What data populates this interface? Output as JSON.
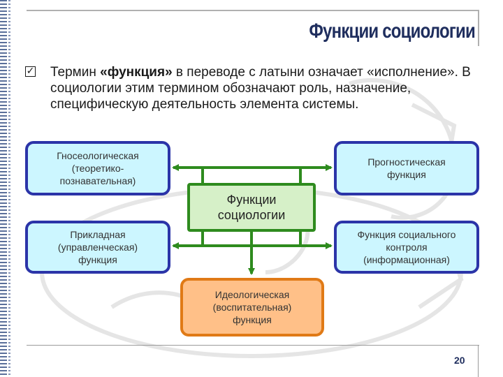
{
  "slide": {
    "title": "Функции социологии",
    "intro_part1": "Термин ",
    "intro_bold": "«функция»",
    "intro_part2": " в переводе с латыни означает «исполнение». В социологии этим термином обозначают роль, назначение, специфическую деятельность элемента системы.",
    "page_number": "20"
  },
  "diagram": {
    "center": {
      "line1": "Функции",
      "line2": "социологии"
    },
    "top_left": {
      "line1": "Гносеологическая",
      "line2": "(теоретико-",
      "line3": "познавательная)"
    },
    "top_right": {
      "line1": "Прогностическая",
      "line2": "функция"
    },
    "mid_left": {
      "line1": "Прикладная",
      "line2": "(управленческая)",
      "line3": "функция"
    },
    "mid_right": {
      "line1": "Функция социального",
      "line2": "контроля",
      "line3": "(информационная)"
    },
    "bottom": {
      "line1": "Идеологическая",
      "line2": "(воспитательная)",
      "line3": "функция"
    }
  },
  "colors": {
    "title": "#1f2e5e",
    "box_border": "#2b34a8",
    "box_fill": "#ccf6ff",
    "center_border": "#2e8b1e",
    "center_fill": "#d6f0c8",
    "orange_border": "#e07a16",
    "orange_fill": "#ffc088",
    "arrow": "#2e8b1e"
  }
}
